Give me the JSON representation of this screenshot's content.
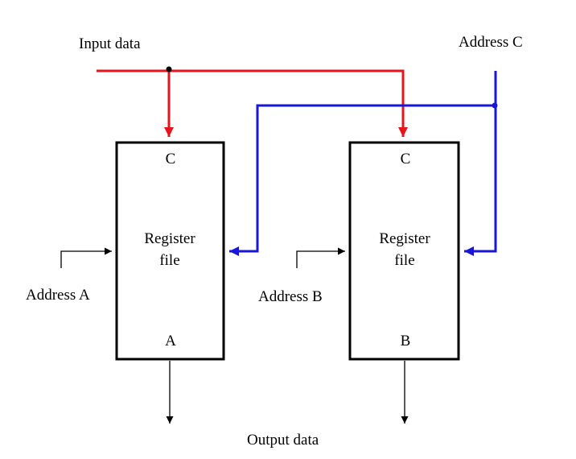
{
  "labels": {
    "input_data": "Input data",
    "address_c": "Address C",
    "address_a": "Address A",
    "address_b": "Address B",
    "output_data": "Output data"
  },
  "register_file_left": {
    "line1": "Register",
    "line2": "file",
    "port_top": "C",
    "port_bottom": "A"
  },
  "register_file_right": {
    "line1": "Register",
    "line2": "file",
    "port_top": "C",
    "port_bottom": "B"
  },
  "colors": {
    "input_line": "#e8141b",
    "address_c_line": "#1a16d9",
    "outline": "#000000"
  }
}
